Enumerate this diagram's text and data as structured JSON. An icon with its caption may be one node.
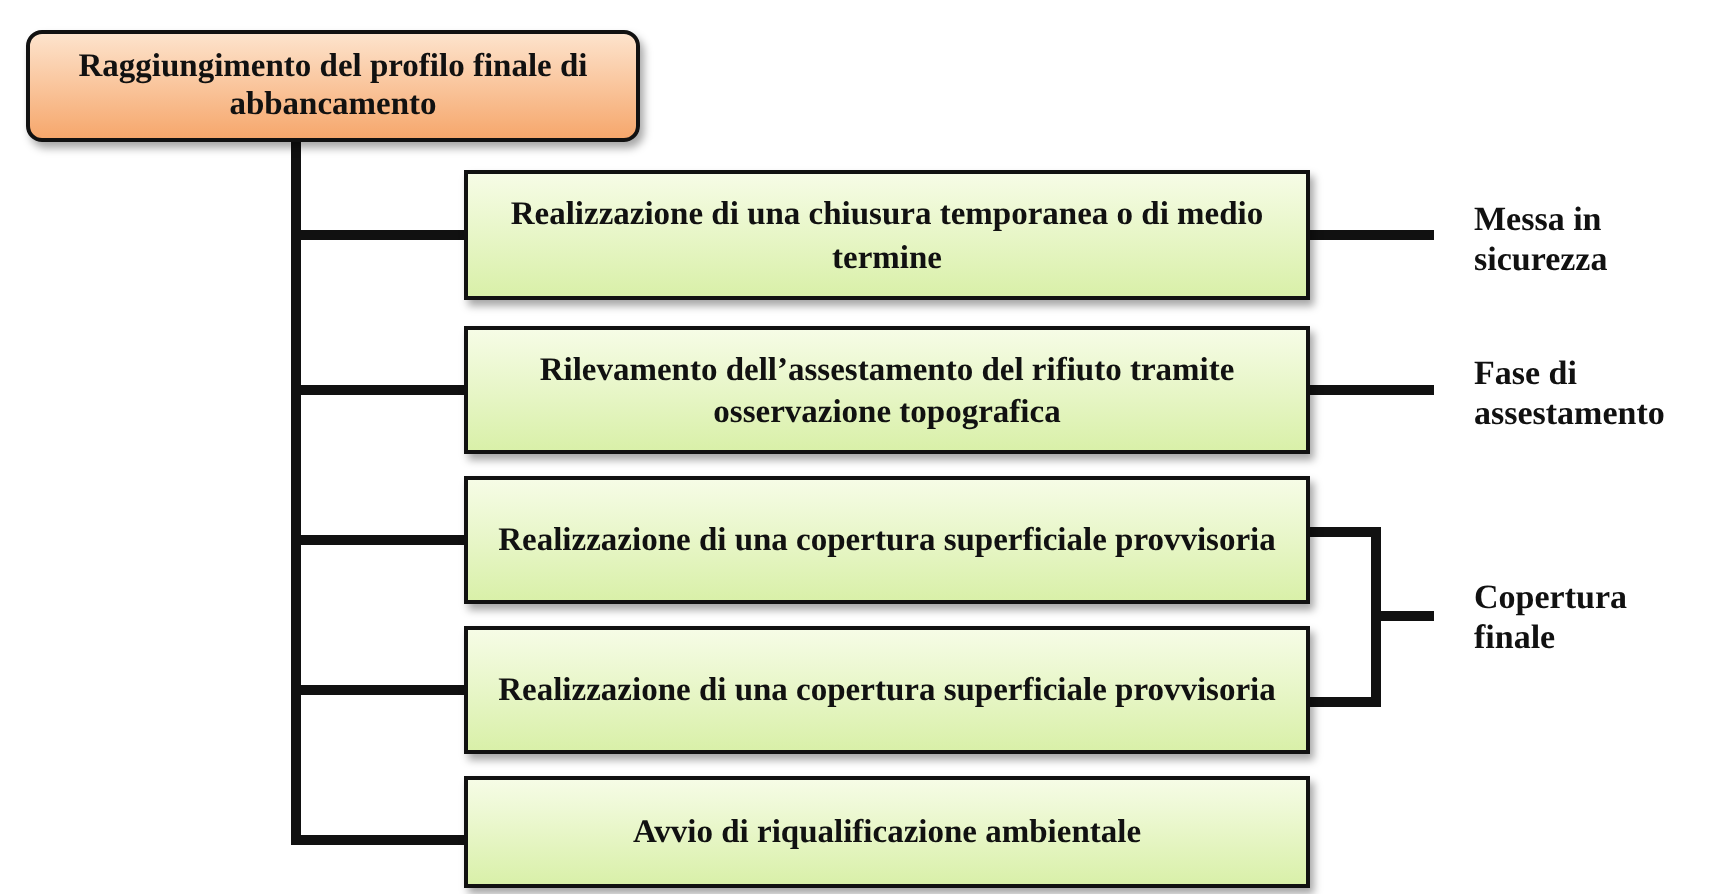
{
  "diagram": {
    "nodes": [
      {
        "text": [
          "Raggiungimento del profilo finale di abbancamento"
        ]
      },
      {
        "text": [
          "Realizzazione di una chiusura temporanea o di medio termine"
        ]
      },
      {
        "text": [
          "Rilevamento dell’assestamento del rifiuto tramite osservazione topografica"
        ]
      },
      {
        "text": [
          "Realizzazione di una copertura superficiale provvisoria"
        ]
      },
      {
        "text": [
          "Realizzazione di una copertura superficiale provvisoria"
        ]
      },
      {
        "text": [
          "Avvio di riqualificazione ambientale"
        ]
      },
      {
        "text": [
          "Messa in sicurezza"
        ]
      },
      {
        "text": [
          "Fase di assestamento"
        ]
      },
      {
        "text": [
          "Copertura finale"
        ]
      }
    ],
    "edges": [
      {
        "from": 0,
        "to": 1,
        "arrow": "none"
      },
      {
        "from": 0,
        "to": 2,
        "arrow": "none"
      },
      {
        "from": 0,
        "to": 3,
        "arrow": "none"
      },
      {
        "from": 0,
        "to": 4,
        "arrow": "none"
      },
      {
        "from": 0,
        "to": 5,
        "arrow": "none"
      },
      {
        "from": 1,
        "to": 6,
        "arrow": "none"
      },
      {
        "from": 2,
        "to": 7,
        "arrow": "none"
      },
      {
        "from": 3,
        "to": 8,
        "arrow": "none"
      },
      {
        "from": 4,
        "to": 8,
        "arrow": "none"
      }
    ]
  }
}
